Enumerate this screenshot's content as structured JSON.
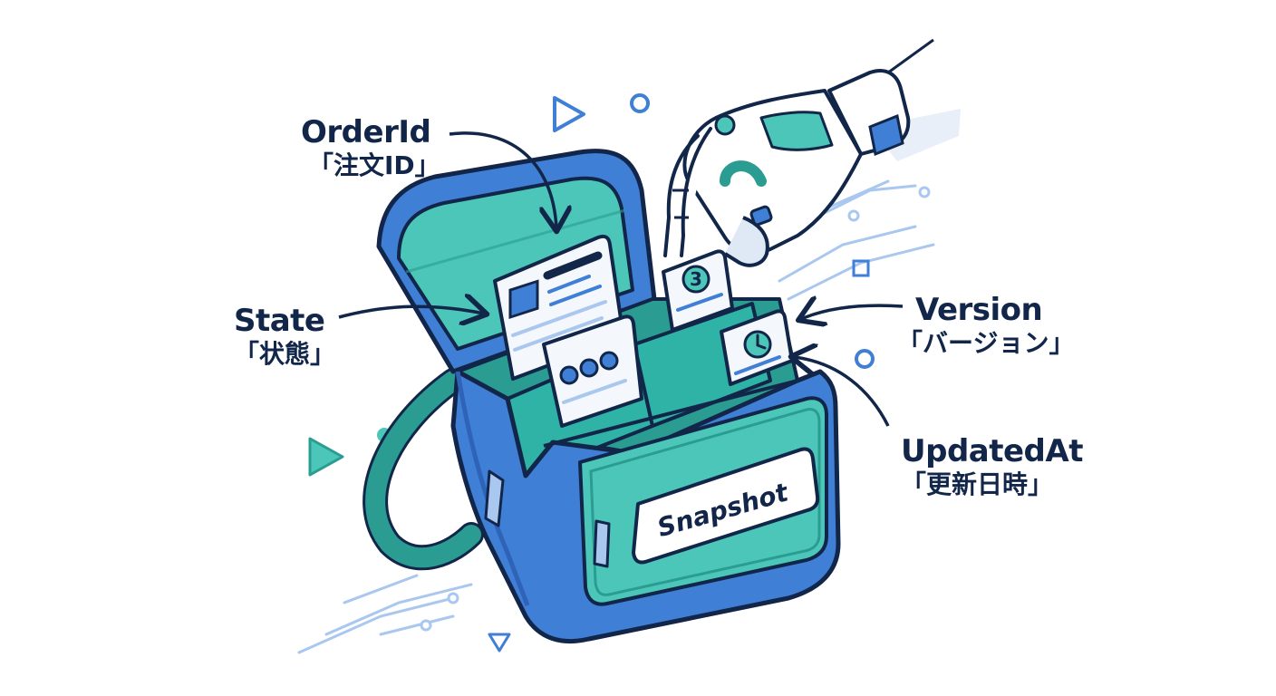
{
  "labels": {
    "order_id": {
      "en": "OrderId",
      "jp": "「注文ID」"
    },
    "state": {
      "en": "State",
      "jp": "「状態」"
    },
    "version": {
      "en": "Version",
      "jp": "「バージョン」"
    },
    "updated_at": {
      "en": "UpdatedAt",
      "jp": "「更新日時」"
    }
  },
  "bag": {
    "tag": "Snapshot"
  },
  "cards": {
    "version_number": "3"
  },
  "colors": {
    "outline": "#12264a",
    "bag_blue": "#3f7fd6",
    "bag_dark": "#2e63b8",
    "teal": "#4cc6b8",
    "teal_dark": "#2a9c92",
    "card_bg": "#f4f7fc",
    "accent_light": "#a9c7ef"
  },
  "icons": [
    "bag-icon",
    "robot-hand-icon",
    "document-card-icon",
    "clock-icon",
    "number-badge-icon",
    "play-triangle-icon"
  ]
}
